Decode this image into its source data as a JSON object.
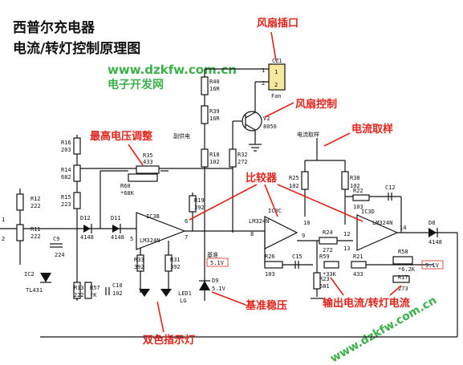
{
  "title": {
    "line1": "西普尔充电器",
    "line2": "电流/转灯控制原理图"
  },
  "watermark": {
    "url_top": "www.dzkfw.com.cn",
    "name": "电子开发网",
    "url_bottom": "www.dzkfw.com.cn"
  },
  "annotations": {
    "fan_socket": "风扇插口",
    "fan_control": "风扇控制",
    "max_voltage_adjust": "最高电压调整",
    "current_sampling": "电流取样",
    "comparator": "比较器",
    "reference_voltage": "基准稳压",
    "bicolor_led": "双色指示灯",
    "output_current_led": "输出电流/转灯电流"
  },
  "labels": {
    "cz1": "CZ1",
    "fan": "Fan",
    "pin1": "1",
    "pin2": "2",
    "r40": "R40",
    "r40v": "16R",
    "r39": "R39",
    "r39v": "16R",
    "v2": "V2",
    "v2v": "8050",
    "fan_ctrl": "副供电",
    "r18": "R18",
    "r18v": "102",
    "r32": "R32",
    "r32v": "272",
    "r16": "R16",
    "r16v": "203",
    "r14": "R14",
    "r14v": "682",
    "r15": "R15",
    "r15v": "223",
    "r35": "R35",
    "r35v": "433",
    "r60": "R60",
    "r60v": "*68K",
    "r12": "R12",
    "r12v": "222",
    "r11": "R11",
    "r11v": "222",
    "d12": "D12",
    "d12v": "4148",
    "d11": "D11",
    "d11v": "4148",
    "ic3b": "IC3B",
    "lm_b": "LM324N",
    "r19": "R19",
    "r19v": "392",
    "c9": "C9",
    "c9v": "224",
    "ic2": "IC2",
    "ic2v": "TL431",
    "r13": "R13",
    "r13v": "222",
    "r57": "R57",
    "r57v": "*K",
    "c10": "C10",
    "c10v": "102",
    "r33": "R33",
    "r33v": "392",
    "r31": "R31",
    "r31v": "392",
    "led1": "LED1",
    "led1v": "LG",
    "d9": "D9",
    "d9v": "5.1V",
    "jizhun": "基准",
    "jv": "5.1V",
    "ic3c": "IC3C",
    "lm_c": "LM324N",
    "ic3d": "IC3D",
    "lm_d": "LM324N",
    "r25": "R25",
    "r25v": "102",
    "r38": "R38",
    "r38v": "102",
    "r22": "R22",
    "r22v": "103",
    "c12": "C12",
    "sample_lbl": "电流取样",
    "r24": "R24",
    "r24v": "272",
    "r26": "R26",
    "r26v": "103",
    "c15": "C15",
    "r59": "R59",
    "r59v": "*33K",
    "r21": "R21",
    "r21v": "433",
    "r23": "R23",
    "r23v": "681",
    "r58": "R58",
    "r58v": "*6.2K",
    "r17": "R17",
    "r17v": "273",
    "v51": "5.1V",
    "d8": "D8",
    "d8v": "4148",
    "n6": "6",
    "n5": "5",
    "n7": "7",
    "n8": "8",
    "n9": "9",
    "n10": "10",
    "n12": "12",
    "n13": "13",
    "n14": "14",
    "n1": "1",
    "n2": "2"
  },
  "colors": {
    "annotation": "#e2231a",
    "watermark": "#3cb04a",
    "ink": "#111111",
    "background": "#ffffff"
  }
}
